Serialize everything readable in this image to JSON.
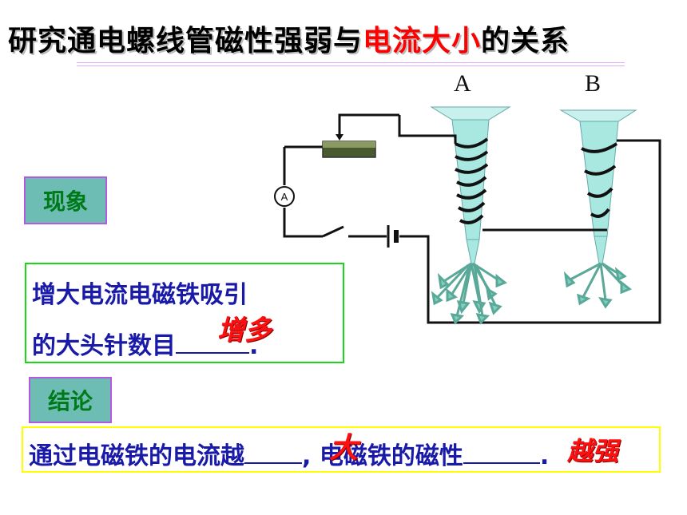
{
  "title": {
    "part1": "研究通电螺线管磁性强弱与",
    "highlight": "电流大小",
    "part2": "的关系"
  },
  "diagram": {
    "label_a": "A",
    "label_b": "B",
    "ammeter_label": "A"
  },
  "phenomenon": {
    "tag": "现象",
    "line1": "增大电流电磁铁吸引",
    "line2": "的大头针数目",
    "end": ".",
    "answer": "增多"
  },
  "conclusion": {
    "tag": "结论",
    "text1": "通过电磁铁的电流越",
    "answer1": "大",
    "text2": ", 电磁铁的磁性",
    "answer2": "越强",
    "end": "."
  },
  "colors": {
    "title_highlight": "#ff0000",
    "body_text": "#1a1aa8",
    "answer": "#ff1010",
    "tag_fill": "#6dbdb5",
    "tag_text": "#007a18",
    "phenomenon_border": "#18d818",
    "conclusion_border": "#ffff00",
    "core": "#a8e8e0"
  }
}
